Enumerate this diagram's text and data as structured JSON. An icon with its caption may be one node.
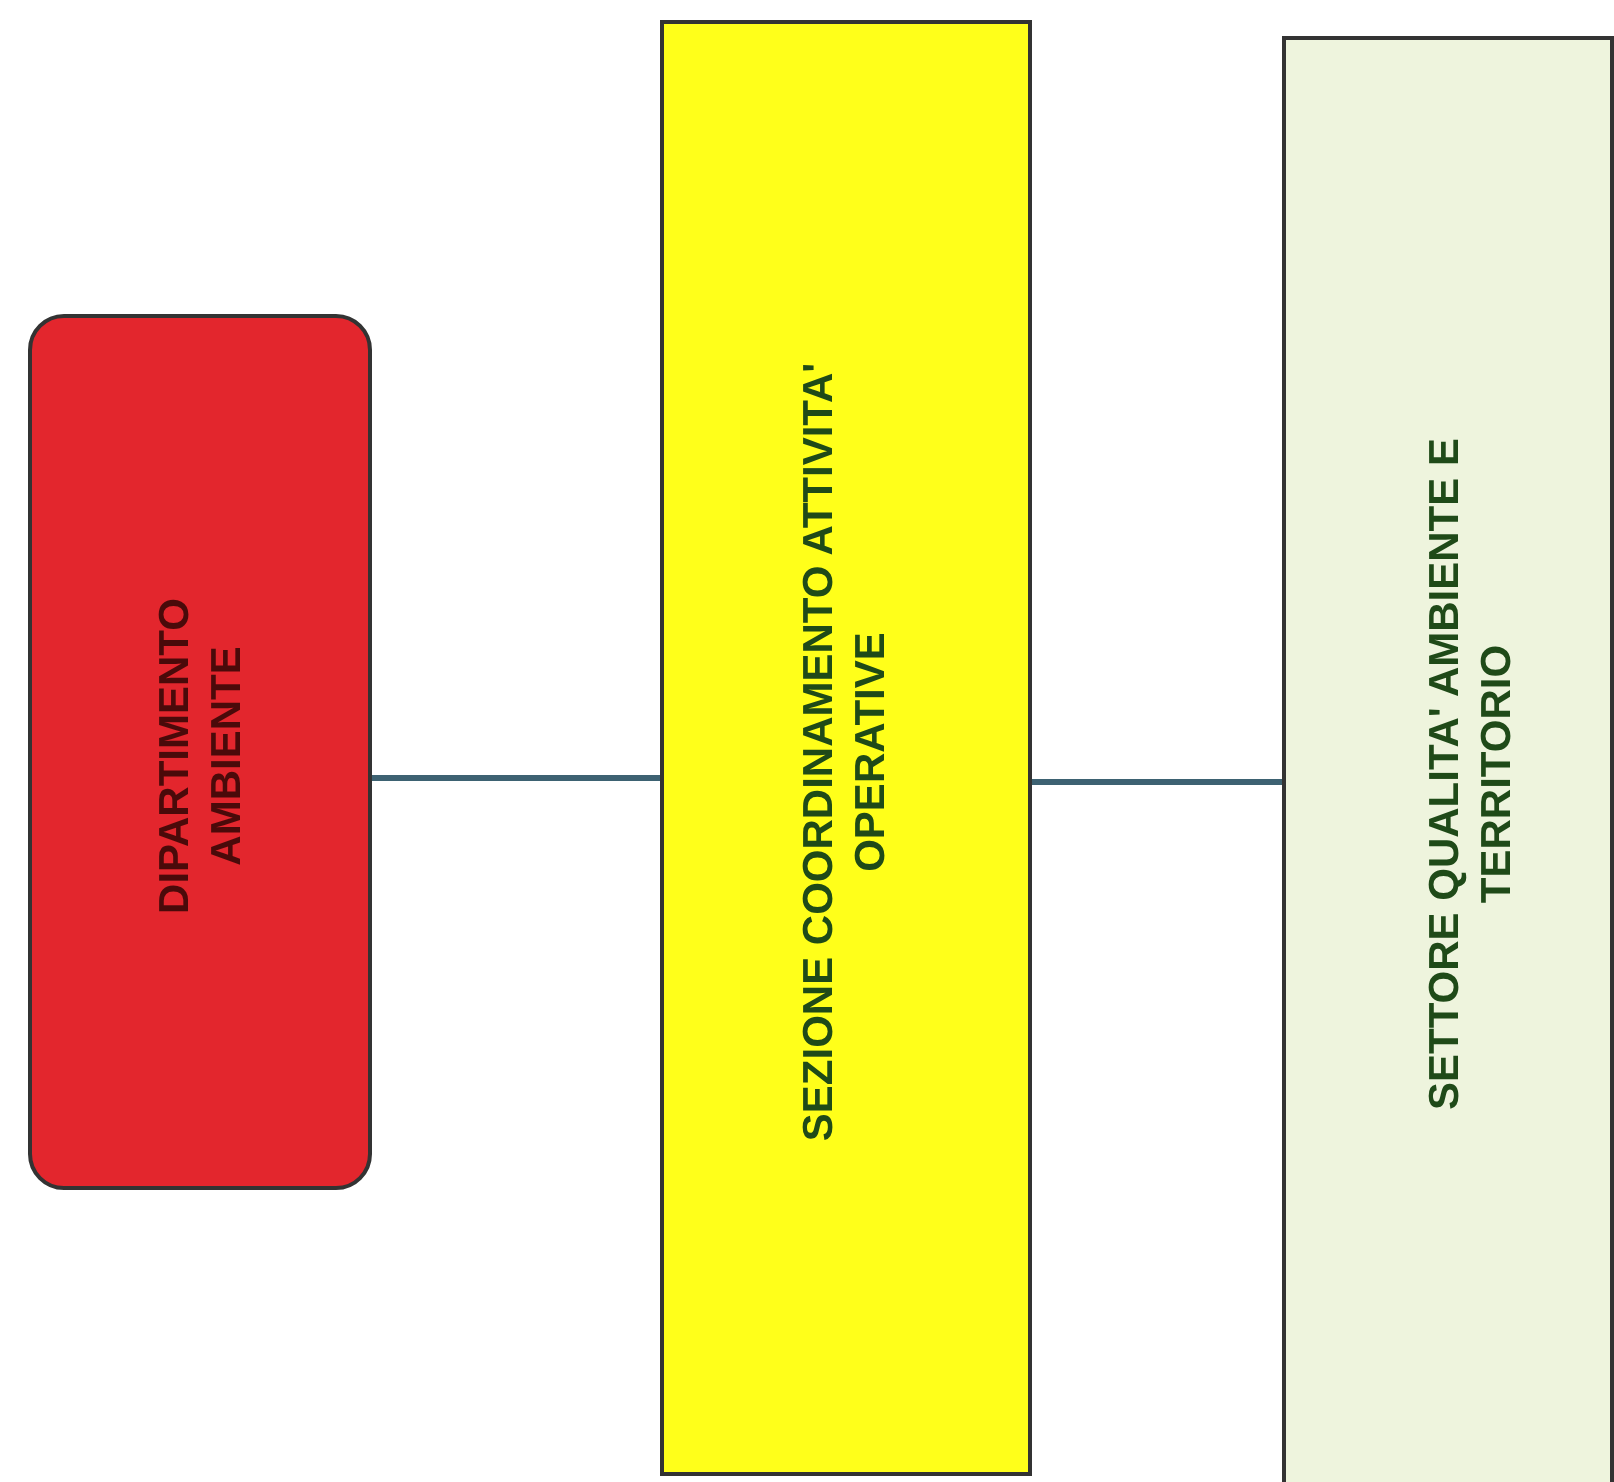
{
  "diagram": {
    "nodes": [
      {
        "text": [
          "DIPARTIMENTO AMBIENTE"
        ]
      },
      {
        "text": [
          "SEZIONE COORDINAMENTO ATTIVITA' OPERATIVE"
        ]
      },
      {
        "text": [
          "SETTORE QUALITA' AMBIENTE E TERRITORIO"
        ]
      }
    ],
    "edges": [
      {
        "from": 0,
        "to": 1,
        "arrow": "none"
      },
      {
        "from": 1,
        "to": 2,
        "arrow": "none"
      }
    ]
  }
}
